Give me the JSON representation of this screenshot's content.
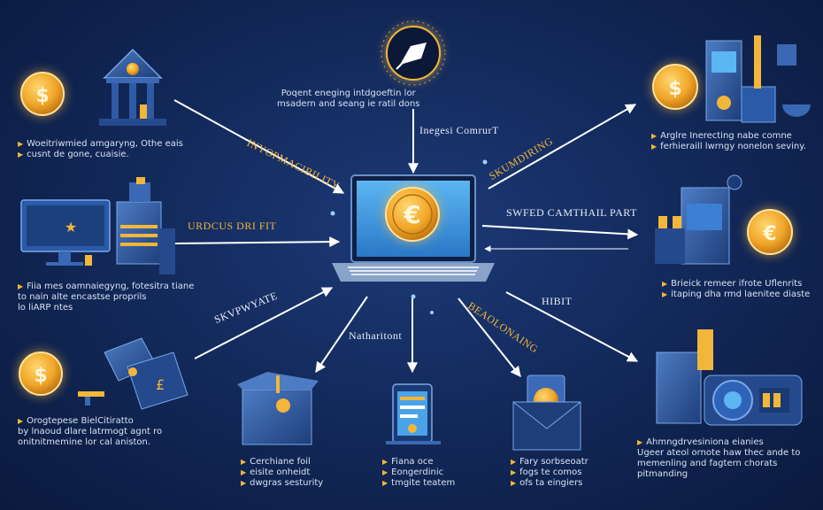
{
  "top_caption": {
    "lines": [
      "Poqent eneging intdgoeftin lor",
      "msadern and seang ie ratil dons"
    ]
  },
  "center_label": "Inegesi ComrurT",
  "arrow_labels": {
    "upper_left": "INYOPMACIBILITY",
    "left": "URDCUS DRI FIT",
    "lower_left": "SKVPWYATE",
    "upper_right": "SKUMDIRING",
    "right": "SWFED CAMTHAIL PART",
    "lower_right_a": "HIBIT",
    "lower_right_b": "BEAOLONAING",
    "bottom_center": "Natharitont"
  },
  "captions": {
    "top_left": [
      "Woeitriwmied amgaryng, Othe eais",
      "cusnt de gone, cuaisie."
    ],
    "mid_left": [
      "Fiia mes oamnaiegyng, fotesitra tiane",
      "to nain alte encastse proprils",
      "lo liARP ntes"
    ],
    "bottom_left": [
      "Orogtepese BielCitiratto",
      "by lnaoud dlare latrmogt agnt ro",
      "onitnitmemine lor cal aniston."
    ],
    "top_right": [
      "Arglre Inerecting nabe comne",
      "ferhieraill lwrngy nonelon seviny."
    ],
    "mid_right": [
      "Brieick remeer ifrote Uflenrits",
      "itaping dha rmd laenitee diaste"
    ],
    "bottom_right": [
      "Ahmngdrvesiniona eianies",
      "Ugeer ateol ornote haw thec ande to",
      "memenling and fagtern chorats",
      "pitmanding"
    ],
    "bottom_1": [
      "Cerchiane foil",
      "eisite onheidt",
      "dwgras sesturity"
    ],
    "bottom_2": [
      "Fiana oce",
      "Eongerdinic",
      "tmgite teatem"
    ],
    "bottom_3": [
      "Fary sorbseoatr",
      "fogs te comos",
      "ofs ta eingiers"
    ]
  },
  "colors": {
    "accent": "#f2b63a",
    "background": "#132a5c",
    "screen": "#4aa3e8"
  },
  "icons": [
    "bank-icon",
    "coin-icon",
    "monitor-icon",
    "server-icon",
    "laptop-icon",
    "rocket-icon",
    "vault-icon",
    "phone-icon",
    "wallet-icon",
    "safe-icon",
    "lab-icon",
    "machine-icon"
  ]
}
